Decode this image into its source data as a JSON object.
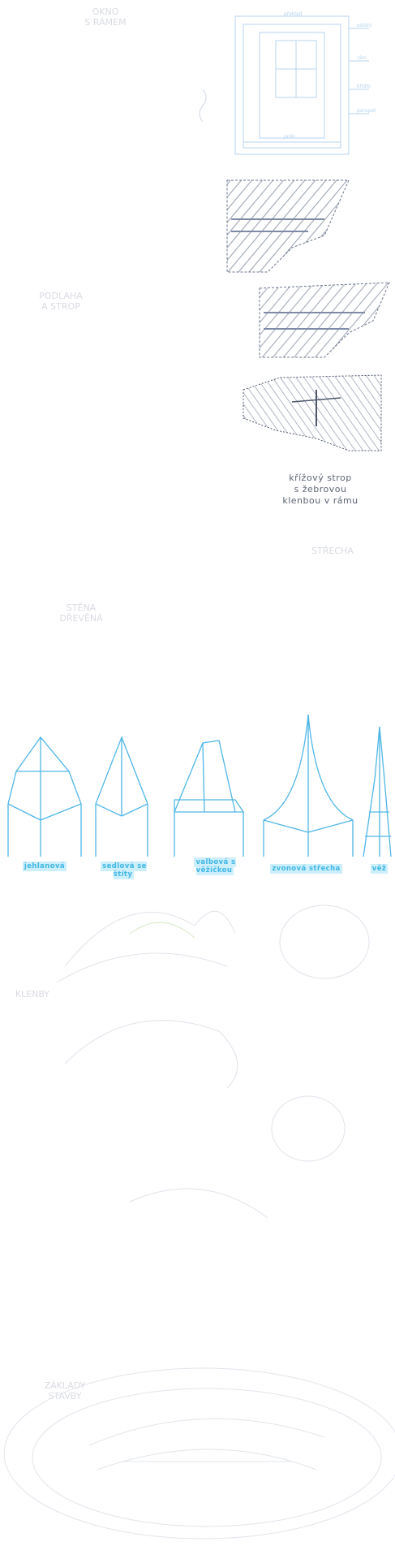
{
  "sections": {
    "top_faint_heading": [
      "OKNO",
      "S RÁMEM"
    ],
    "door": {
      "side_labels": [
        "ostění",
        "rám",
        "křídlo",
        "parapet",
        "překlad"
      ],
      "bottom_label": "práh"
    },
    "vault_caption": [
      "křížový strop",
      "s žebrovou",
      "klenbou v rámu"
    ],
    "mid_faint_a": [
      "PODLAHA",
      "A STROP"
    ],
    "mid_faint_b": [
      "STŘECHA"
    ],
    "mid_faint_c": [
      "STĚNA",
      "DŘEVĚNÁ"
    ],
    "roof_captions": [
      "jehlanová",
      "sedlová se štíty",
      "valbová s věžičkou",
      "zvonová střecha",
      "věž"
    ],
    "lower_faint_left": [
      "KLENBY"
    ],
    "bottom_faint_title": [
      "ZÁKLADY",
      "STAVBY"
    ]
  },
  "colors": {
    "blueprint": "#4fb6e8",
    "hatch": "#6f7a8e",
    "faint": "#d7dae2"
  }
}
